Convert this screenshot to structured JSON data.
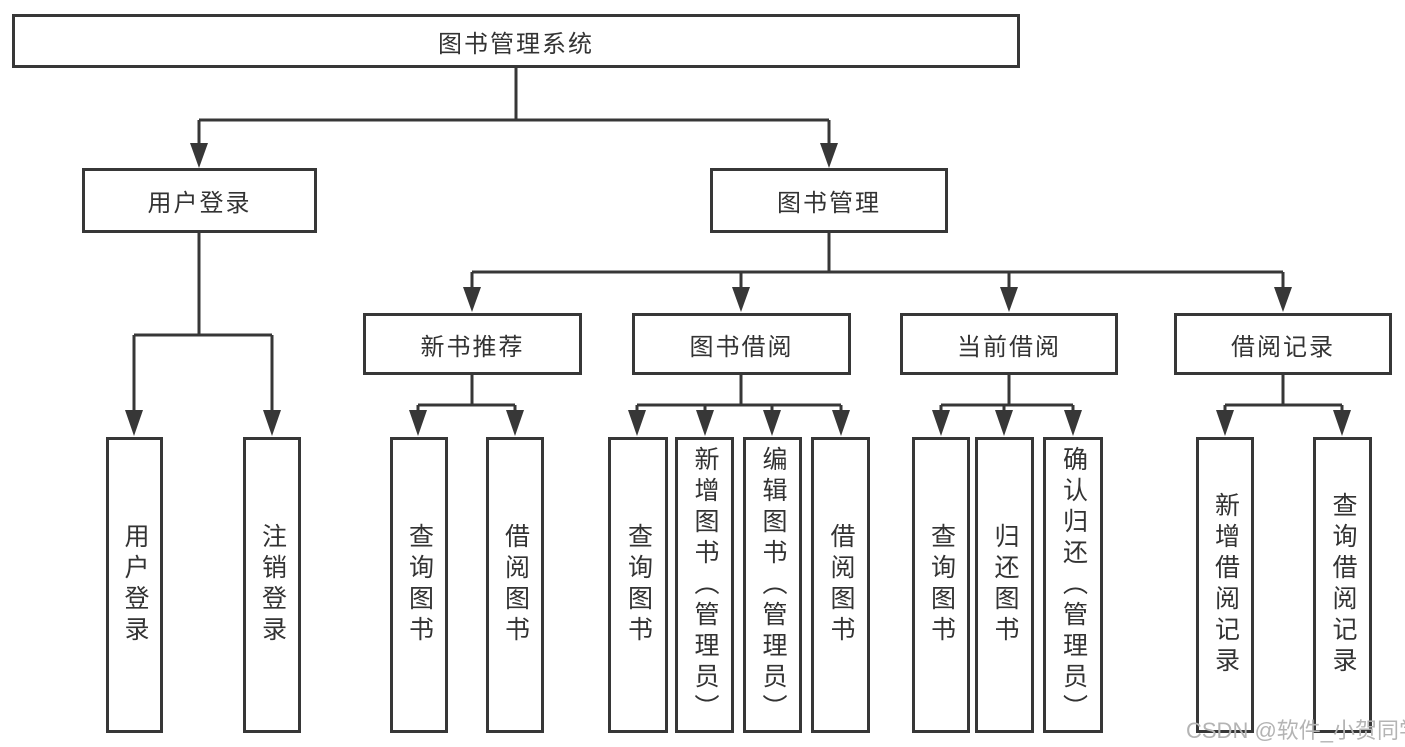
{
  "diagram": {
    "root": {
      "label": "图书管理系统"
    },
    "branches": [
      {
        "label": "用户登录",
        "children": [
          {
            "label": "用户登录"
          },
          {
            "label": "注销登录"
          }
        ]
      },
      {
        "label": "图书管理",
        "children": [
          {
            "label": "新书推荐",
            "children": [
              {
                "label": "查询图书"
              },
              {
                "label": "借阅图书"
              }
            ]
          },
          {
            "label": "图书借阅",
            "children": [
              {
                "label": "查询图书"
              },
              {
                "label": "新增图书（管理员）"
              },
              {
                "label": "编辑图书（管理员）"
              },
              {
                "label": "借阅图书"
              }
            ]
          },
          {
            "label": "当前借阅",
            "children": [
              {
                "label": "查询图书"
              },
              {
                "label": "归还图书"
              },
              {
                "label": "确认归还（管理员）"
              }
            ]
          },
          {
            "label": "借阅记录",
            "children": [
              {
                "label": "新增借阅记录"
              },
              {
                "label": "查询借阅记录"
              }
            ]
          }
        ]
      }
    ]
  },
  "watermark": {
    "text": "CSDN @软件_小贺同学"
  },
  "colors": {
    "line": "#373737",
    "border": "#373737",
    "text": "#333333",
    "background": "#ffffff",
    "watermark": "#b4b4b4"
  }
}
